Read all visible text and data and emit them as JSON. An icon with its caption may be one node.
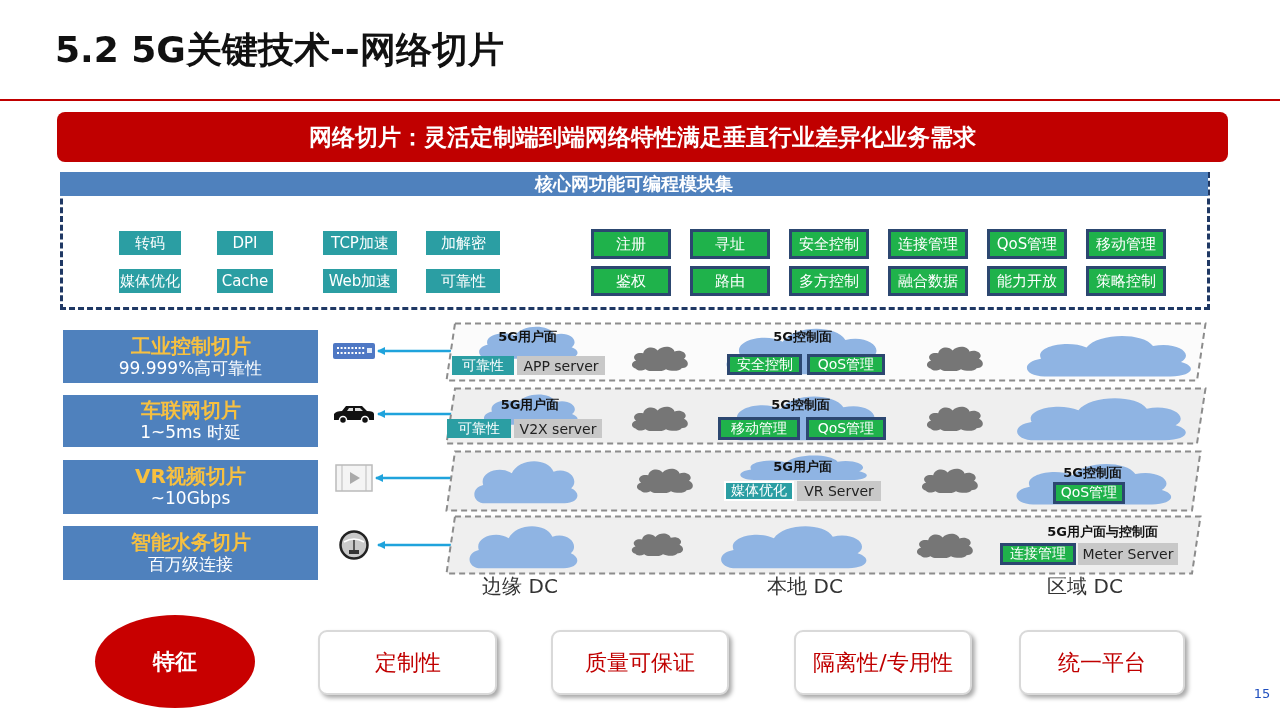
{
  "diagram": {
    "title": "5.2 5G关键技术--网络切片",
    "nodes": [
      {
        "text": [
          "网络切片：灵活定制端到端网络特性满足垂直行业差异化业务需求"
        ]
      },
      {
        "text": [
          "核心网功能可编程模块集"
        ]
      },
      {
        "text": [
          "转码"
        ],
        "in": 1
      },
      {
        "text": [
          "DPI"
        ],
        "in": 1
      },
      {
        "text": [
          "TCP加速"
        ],
        "in": 1
      },
      {
        "text": [
          "加解密"
        ],
        "in": 1
      },
      {
        "text": [
          "注册"
        ],
        "in": 1
      },
      {
        "text": [
          "寻址"
        ],
        "in": 1
      },
      {
        "text": [
          "安全控制"
        ],
        "in": 1
      },
      {
        "text": [
          "连接管理"
        ],
        "in": 1
      },
      {
        "text": [
          "QoS管理"
        ],
        "in": 1
      },
      {
        "text": [
          "移动管理"
        ],
        "in": 1
      },
      {
        "text": [
          "媒体优化"
        ],
        "in": 1
      },
      {
        "text": [
          "Cache"
        ],
        "in": 1
      },
      {
        "text": [
          "Web加速"
        ],
        "in": 1
      },
      {
        "text": [
          "可靠性"
        ],
        "in": 1
      },
      {
        "text": [
          "鉴权"
        ],
        "in": 1
      },
      {
        "text": [
          "路由"
        ],
        "in": 1
      },
      {
        "text": [
          "多方控制"
        ],
        "in": 1
      },
      {
        "text": [
          "融合数据"
        ],
        "in": 1
      },
      {
        "text": [
          "能力开放"
        ],
        "in": 1
      },
      {
        "text": [
          "策略控制"
        ],
        "in": 1
      },
      {
        "text": [
          "工业控制切片",
          "99.999%高可靠性"
        ]
      },
      {
        "text": [
          "车联网切片",
          "1~5ms 时延"
        ]
      },
      {
        "text": [
          "VR视频切片",
          "~10Gbps"
        ]
      },
      {
        "text": [
          "智能水务切片",
          "百万级连接"
        ]
      },
      {
        "text": [],
        "shape": "picture"
      },
      {
        "text": [],
        "shape": "picture"
      },
      {
        "text": [],
        "shape": "picture"
      },
      {
        "text": [],
        "shape": "picture"
      },
      {
        "text": [],
        "shape": "box"
      },
      {
        "text": [
          "5G用户面"
        ],
        "in": 30
      },
      {
        "text": [
          "可靠性"
        ],
        "in": 30
      },
      {
        "text": [
          "APP server"
        ],
        "in": 30
      },
      {
        "text": [],
        "shape": "cloud",
        "in": 30
      },
      {
        "text": [
          "5G控制面"
        ],
        "in": 30
      },
      {
        "text": [
          "安全控制"
        ],
        "in": 35
      },
      {
        "text": [
          "QoS管理"
        ],
        "in": 35
      },
      {
        "text": [],
        "shape": "cloud",
        "in": 30
      },
      {
        "text": [],
        "shape": "cloud",
        "in": 30
      },
      {
        "text": [],
        "shape": "box"
      },
      {
        "text": [
          "5G用户面"
        ],
        "in": 40
      },
      {
        "text": [
          "可靠性"
        ],
        "in": 40
      },
      {
        "text": [
          "V2X server"
        ],
        "in": 40
      },
      {
        "text": [],
        "shape": "cloud",
        "in": 40
      },
      {
        "text": [
          "5G控制面"
        ],
        "in": 40
      },
      {
        "text": [
          "移动管理"
        ],
        "in": 40
      },
      {
        "text": [
          "QoS管理"
        ],
        "in": 40
      },
      {
        "text": [],
        "shape": "cloud",
        "in": 40
      },
      {
        "text": [],
        "shape": "cloud",
        "in": 40
      },
      {
        "text": [],
        "shape": "box"
      },
      {
        "text": [],
        "shape": "cloud",
        "in": 50
      },
      {
        "text": [],
        "shape": "cloud",
        "in": 50
      },
      {
        "text": [
          "5G用户面"
        ],
        "in": 50
      },
      {
        "text": [
          "媒体优化"
        ],
        "in": 50
      },
      {
        "text": [
          "VR Server"
        ],
        "in": 50
      },
      {
        "text": [],
        "shape": "cloud",
        "in": 50
      },
      {
        "text": [
          "5G控制面"
        ],
        "in": 50
      },
      {
        "text": [
          "QoS管理"
        ],
        "in": 57
      },
      {
        "text": [],
        "shape": "box"
      },
      {
        "text": [],
        "shape": "cloud",
        "in": 59
      },
      {
        "text": [],
        "shape": "cloud",
        "in": 59
      },
      {
        "text": [],
        "shape": "cloud",
        "in": 59
      },
      {
        "text": [],
        "shape": "cloud",
        "in": 59
      },
      {
        "text": [
          "5G用户面与控制面"
        ],
        "in": 59
      },
      {
        "text": [
          "连接管理"
        ],
        "in": 59
      },
      {
        "text": [
          "Meter Server"
        ],
        "in": 59
      },
      {
        "text": [
          "特征"
        ]
      },
      {
        "text": [
          "定制性"
        ]
      },
      {
        "text": [
          "质量可保证"
        ]
      },
      {
        "text": [
          "隔离性/专用性"
        ]
      },
      {
        "text": [
          "统一平台"
        ]
      }
    ],
    "edges": [
      {
        "from": 31,
        "to": 26,
        "arrow": "to"
      },
      {
        "from": 41,
        "to": 27,
        "arrow": "to"
      },
      {
        "from": 51,
        "to": 28,
        "arrow": "to"
      },
      {
        "from": 60,
        "to": 29,
        "arrow": "to"
      }
    ],
    "labels": [
      "边缘 DC",
      "本地 DC",
      "区域 DC",
      "15"
    ]
  }
}
